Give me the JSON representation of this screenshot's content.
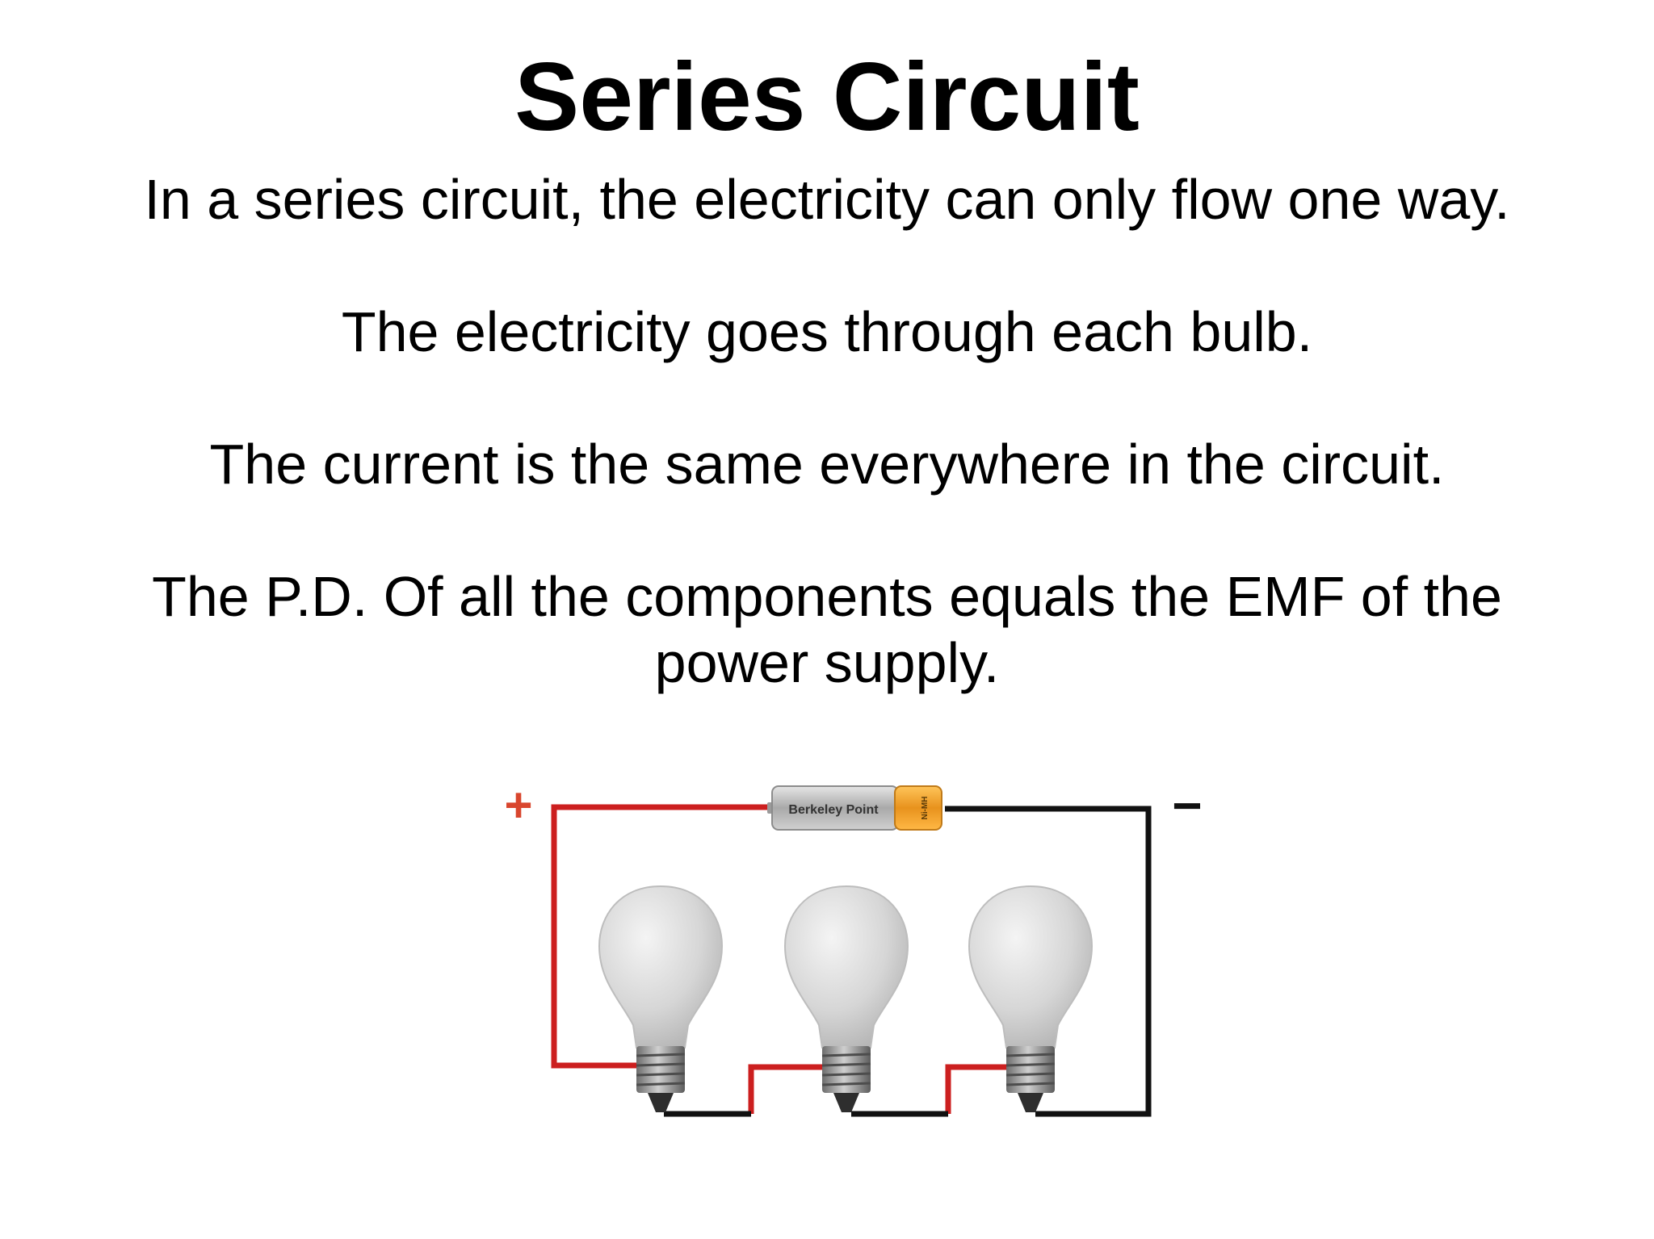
{
  "slide": {
    "title": "Series Circuit",
    "points": [
      "In a series circuit, the electricity can only flow one way.",
      "The electricity goes through each bulb.",
      "The current is the same everywhere in the circuit.",
      "The P.D. Of all the components equals the EMF of the power supply."
    ]
  },
  "diagram": {
    "battery_label": "Berkeley Point",
    "battery_cap_label": "Ni-MH",
    "positive_terminal": "+",
    "negative_terminal": "−",
    "bulb_count": 3,
    "colors": {
      "positive_wire": "#cc1f1f",
      "negative_wire": "#111111",
      "plus_sign": "#d9462e",
      "battery_body": "#b9b9b9",
      "battery_cap": "#f0a32a",
      "bulb_glass": "#d9d9d9",
      "bulb_base": "#8a8a8a"
    }
  }
}
